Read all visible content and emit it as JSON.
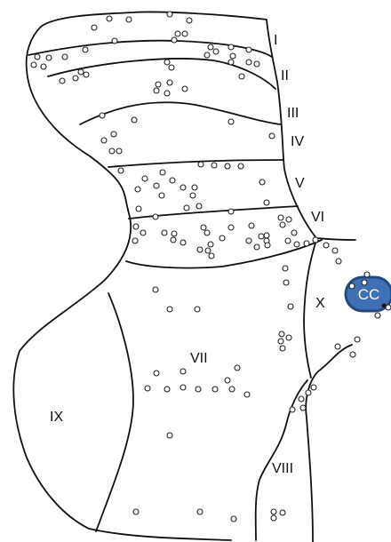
{
  "labels": {
    "lamina_1": "I",
    "lamina_2": "II",
    "lamina_3": "III",
    "lamina_4": "IV",
    "lamina_5": "V",
    "lamina_6": "VI",
    "lamina_7": "VII",
    "lamina_8": "VIII",
    "lamina_9": "IX",
    "lamina_10": "X",
    "central_canal": "CC"
  },
  "colors": {
    "central_canal_fill": "#3f6fb5",
    "central_canal_stroke": "#24487f",
    "line": "#111111",
    "background": "#ffffff"
  }
}
